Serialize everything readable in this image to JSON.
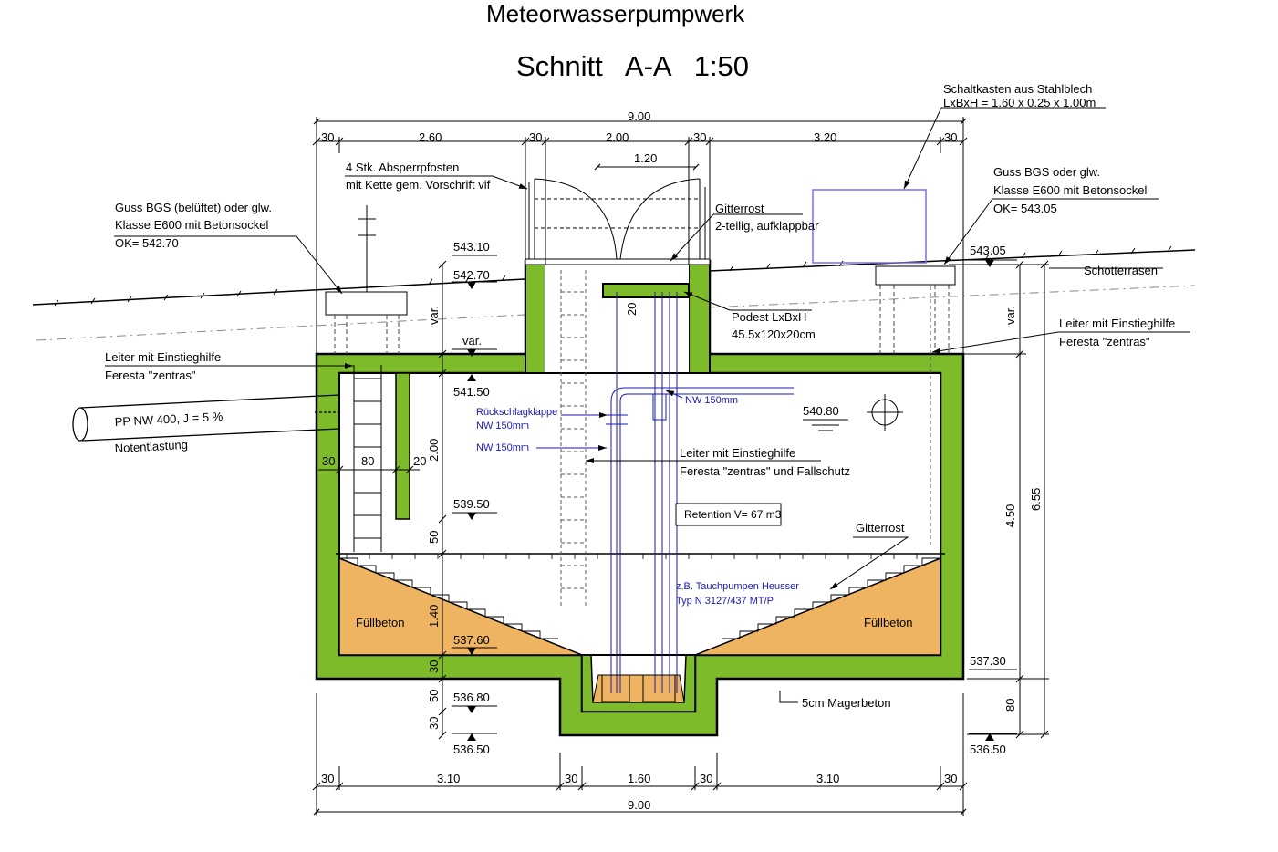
{
  "title": "Meteorwasserpumpwerk",
  "subtitle": "Schnitt   A-A   1:50",
  "dims_top": {
    "total": "9.00",
    "d1": "30",
    "d2": "2.60",
    "d3": "30",
    "d4": "2.00",
    "d5": "30",
    "d6": "3.20",
    "d7": "30",
    "hatch": "1.20"
  },
  "dims_bottom": {
    "d1": "30",
    "d2": "3.10",
    "d3": "30",
    "d4": "1.60",
    "d5": "30",
    "d6": "3.10",
    "d7": "30",
    "total": "9.00"
  },
  "dims_right": {
    "var": "var.",
    "h450": "4.50",
    "h655": "6.55",
    "h80": "80"
  },
  "dims_left": {
    "var": "var.",
    "h200": "2.00",
    "h50": "50",
    "h140": "1.40",
    "h30a": "30",
    "h50b": "50",
    "h30b": "30"
  },
  "dims_ladder": {
    "a": "30",
    "b": "80",
    "c": "20"
  },
  "dims_podest": "20",
  "levels": {
    "l543_10": "543.10",
    "l542_70": "542.70",
    "var": "var.",
    "l541_50": "541.50",
    "l539_50": "539.50",
    "l537_60": "537.60",
    "l536_80": "536.80",
    "l536_50a": "536.50",
    "l540_80": "540.80",
    "l543_05": "543.05",
    "l537_30": "537.30",
    "l536_50b": "536.50"
  },
  "labels": {
    "schaltkasten1": "Schaltkasten aus Stahlblech",
    "schaltkasten2": "LxBxH = 1.60 x 0.25 x 1.00m",
    "absperr1": "4 Stk. Absperrpfosten",
    "absperr2": "mit Kette gem. Vorschrift vif",
    "gitter_top1": "Gitterrost",
    "gitter_top2": "2-teilig, aufklappbar",
    "guss_left1": "Guss BGS (belüftet) oder glw.",
    "guss_left2": "Klasse E600 mit Betonsockel",
    "guss_left3": "OK= 542.70",
    "guss_right1": "Guss BGS oder glw.",
    "guss_right2": "Klasse E600 mit Betonsockel",
    "guss_right3": "OK= 543.05",
    "schotter": "Schotterrasen",
    "podest1": "Podest LxBxH",
    "podest2": "45.5x120x20cm",
    "leiter_right1": "Leiter mit Einstieghilfe",
    "leiter_right2": "Feresta \"zentras\"",
    "leiter_left1": "Leiter mit Einstieghilfe",
    "leiter_left2": "Feresta \"zentras\"",
    "pipe": "PP NW 400, J = 5 %",
    "notentlastung": "Notentlastung",
    "leiter_mid1": "Leiter mit Einstieghilfe",
    "leiter_mid2": "Feresta \"zentras\" und Fallschutz",
    "retention": "Retention V= 67 m3",
    "gitter_low": "Gitterrost",
    "fuell_left": "Füllbeton",
    "fuell_right": "Füllbeton",
    "magerbeton": "5cm Magerbeton"
  },
  "blue_labels": {
    "rueck1": "Rückschlagklappe",
    "rueck2": "NW 150mm",
    "nw_left": "NW 150mm",
    "nw_right": "NW 150mm",
    "pump1": "z.B. Tauchpumpen Heusser",
    "pump2": "Typ N 3127/437   MT/P"
  },
  "colors": {
    "concrete": "#7dbb2a",
    "fill": "#eeb461",
    "pipes": "#1a1ab4",
    "box": "#7a6df0",
    "line": "#000000"
  }
}
